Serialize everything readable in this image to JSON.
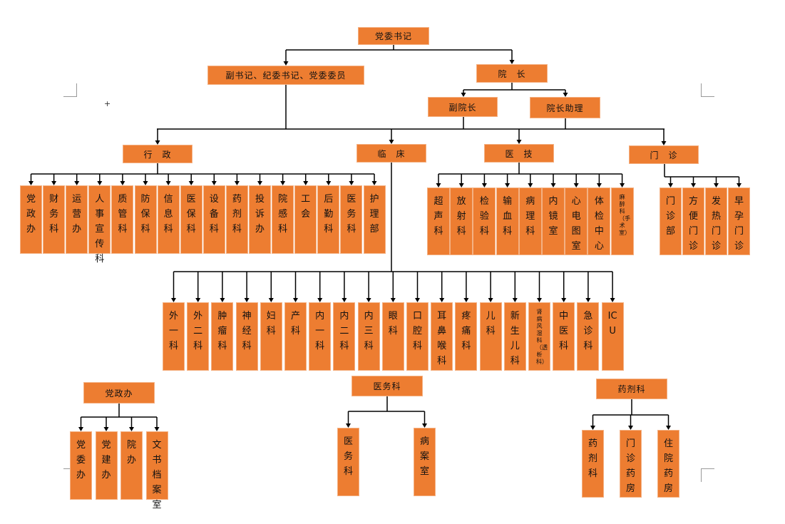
{
  "top": {
    "secretary": "党委书记",
    "deputies": "副书记、纪委书记、党委委员",
    "president": "院　长",
    "vice_president": "副院长",
    "president_assistant": "院长助理"
  },
  "divisions": {
    "admin": "行　政",
    "clinical": "临　床",
    "medtech": "医　技",
    "outpatient": "门　诊"
  },
  "admin_units": [
    "党政办",
    "财务科",
    "运营办",
    "人事宣传科",
    "质管科",
    "防保科",
    "信息科",
    "医保科",
    "设备科",
    "药剂科",
    "投诉办",
    "院感科",
    "工会",
    "后勤科",
    "医务科",
    "护理部"
  ],
  "medtech_units": [
    "超声科",
    "放射科",
    "检验科",
    "输血科",
    "病理科",
    "内镜室",
    "心电图室",
    "体检中心",
    "麻醉科（手术室）"
  ],
  "outpatient_units": [
    "门诊部",
    "方便门诊",
    "发热门诊",
    "早孕门诊"
  ],
  "clinical_units": [
    "外一科",
    "外二科",
    "肿瘤科",
    "神经科",
    "妇科",
    "产科",
    "内一科",
    "内二科",
    "内三科",
    "眼科",
    "口腔科",
    "耳鼻喉科",
    "疼痛科",
    "儿科",
    "新生儿科",
    "肾病风湿科（透析科）",
    "中医科",
    "急诊科",
    "ICU"
  ],
  "party_office": {
    "title": "党政办",
    "units": [
      "党委办",
      "党建办",
      "院办",
      "文书档案室"
    ]
  },
  "medical_affairs": {
    "title": "医务科",
    "units": [
      "医务科",
      "病案室"
    ]
  },
  "pharmacy": {
    "title": "药剂科",
    "units": [
      "药剂科",
      "门诊药房",
      "住院药房"
    ]
  },
  "colors": {
    "box": "#ED7D31",
    "line": "#000000"
  }
}
